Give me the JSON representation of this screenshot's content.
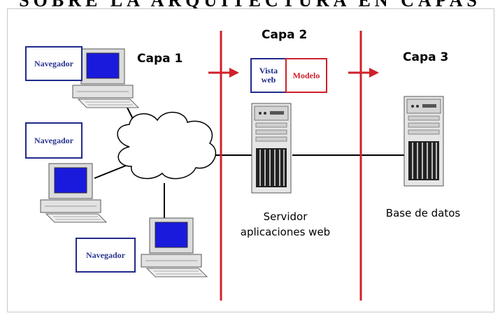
{
  "title_fragment": "SOBRE LA ARQUITECTURA EN CAPAS",
  "layers": {
    "layer1": "Capa 1",
    "layer2": "Capa 2",
    "layer3": "Capa 3"
  },
  "clients": {
    "browser_label": "Navegador"
  },
  "app_server": {
    "view_label": "Vista web",
    "model_label": "Modelo",
    "caption": "Servidor aplicaciones web"
  },
  "db_server": {
    "caption": "Base de datos"
  },
  "colors": {
    "divider": "#d0202a",
    "browser_border": "#1f2a8c",
    "monitor_screen": "#1a1adc",
    "network_line": "#000000"
  }
}
